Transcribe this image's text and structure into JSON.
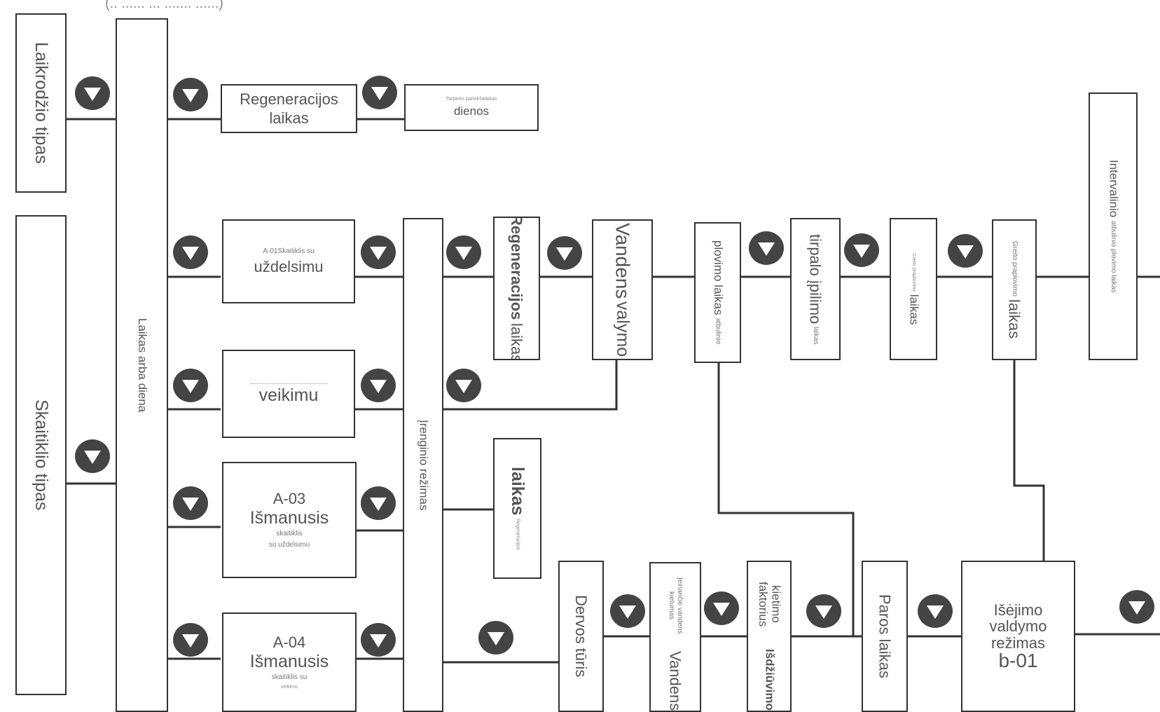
{
  "top_text": "(.. ...... ... ....... ......)",
  "boxes": {
    "clock_type": "Laikrodžio tipas",
    "counter_type": "Skaitiklio tipas",
    "time_or_day": "Laikas arba diena",
    "regen_time_top": {
      "line1": "Regeneracijos",
      "line2": "laikas"
    },
    "days": {
      "small": "Tarpinės pareikšalaikas",
      "main": "dienos"
    },
    "a01": {
      "small": "A-01Skaitiklis su",
      "main": "uždelsimu"
    },
    "veikimu": "veikimu",
    "a03": {
      "code": "A-03",
      "name": "Išmanusis",
      "small1": "skaitiklis",
      "small2": "su uždelsimu"
    },
    "a04": {
      "code": "A-04",
      "name": "Išmanusis",
      "small1": "skaitiklis su",
      "small2": "veikimu"
    },
    "device_mode": "Įrenginio režimas",
    "regen_time_mid": {
      "line1": "Regeneracijos",
      "line2": "laikas"
    },
    "water_cleaning": {
      "line1": "Vandens",
      "line2": "valymo"
    },
    "backwash": {
      "line1": "plovimo laikas",
      "line2": "atbulinio"
    },
    "brine_fill": {
      "line1": "tirpalo įpilimo",
      "line2": "laikas"
    },
    "slow_rinse": {
      "line1": "Greito praplovimo",
      "line2": "laikas"
    },
    "fast_rinse": {
      "line1": "Greito praplovimo",
      "line2": "laikas"
    },
    "interval": {
      "line1": "Intervalinio",
      "line2": "atbulinio plovimo laikas"
    },
    "laikas_small": {
      "main": "laikas",
      "small": "Regeneracijos"
    },
    "resin_volume": "Dervos tūris",
    "water_hardness": {
      "small": "Įeinančio vandens kietumas",
      "main": "Vandens"
    },
    "hardness_factor": {
      "line1": "kietimo faktorius",
      "line2": "Išdžiūvimo"
    },
    "pause_time": "Paros laikas",
    "output_mode": {
      "line1": "Išėjimo",
      "line2": "valdymo",
      "line3": "režimas",
      "line4": "b-01"
    }
  },
  "icons": {
    "arrow": "down-arrow-circle-icon"
  },
  "colors": {
    "line": "#333333",
    "text": "#555555",
    "icon": "#444444"
  }
}
